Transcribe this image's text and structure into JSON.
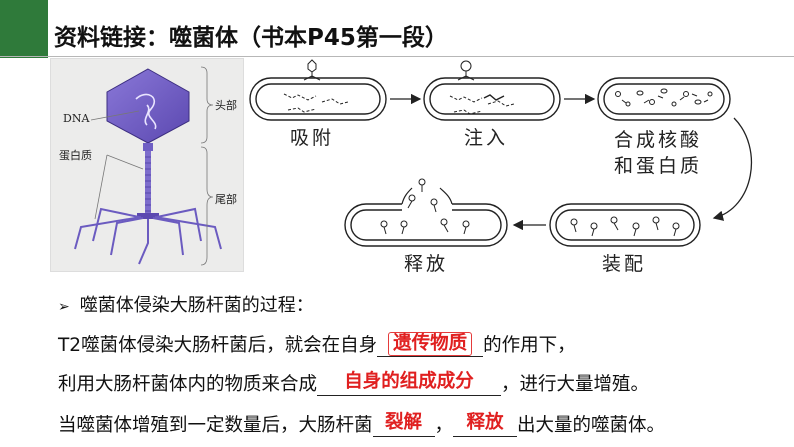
{
  "slide": {
    "title": "资料链接：噬菌体（书本P45第一段）",
    "accent_color": "#2f7a3a"
  },
  "photo": {
    "labels": {
      "dna": "DNA",
      "protein": "蛋白质",
      "head": "头部",
      "tail": "尾部"
    }
  },
  "diagram": {
    "steps": [
      {
        "id": "adsorb",
        "label": "吸附"
      },
      {
        "id": "inject",
        "label": "注入"
      },
      {
        "id": "synth",
        "label_line1": "合成核酸",
        "label_line2": "和蛋白质"
      },
      {
        "id": "assemble",
        "label": "装配"
      },
      {
        "id": "release",
        "label": "释放"
      }
    ]
  },
  "text": {
    "bullet": "噬菌体侵染大肠杆菌的过程：",
    "line1_pre": "T2噬菌体侵染大肠杆菌后，就会在自身",
    "blank1": "遗传物质",
    "line1_post": "的作用下，",
    "line2_pre": "利用大肠杆菌体内的物质来合成",
    "blank2": "自身的组成成分",
    "line2_post": "，进行大量增殖。",
    "line3_pre": "当噬菌体增殖到一定数量后，大肠杆菌",
    "blank3": "裂解",
    "line3_mid": "，",
    "blank4": "释放",
    "line3_post": "出大量的噬菌体。",
    "answer_color": "#e02020"
  }
}
